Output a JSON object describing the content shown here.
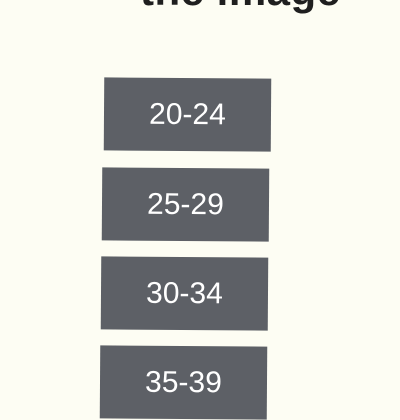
{
  "header": {
    "title_fragment": "the image"
  },
  "age_options": [
    {
      "label": "20-24"
    },
    {
      "label": "25-29"
    },
    {
      "label": "30-34"
    },
    {
      "label": "35-39"
    }
  ],
  "colors": {
    "background": "#fdfdf3",
    "button": "#5d6066",
    "button_text": "#ffffff",
    "heading_text": "#1f1f1f"
  }
}
